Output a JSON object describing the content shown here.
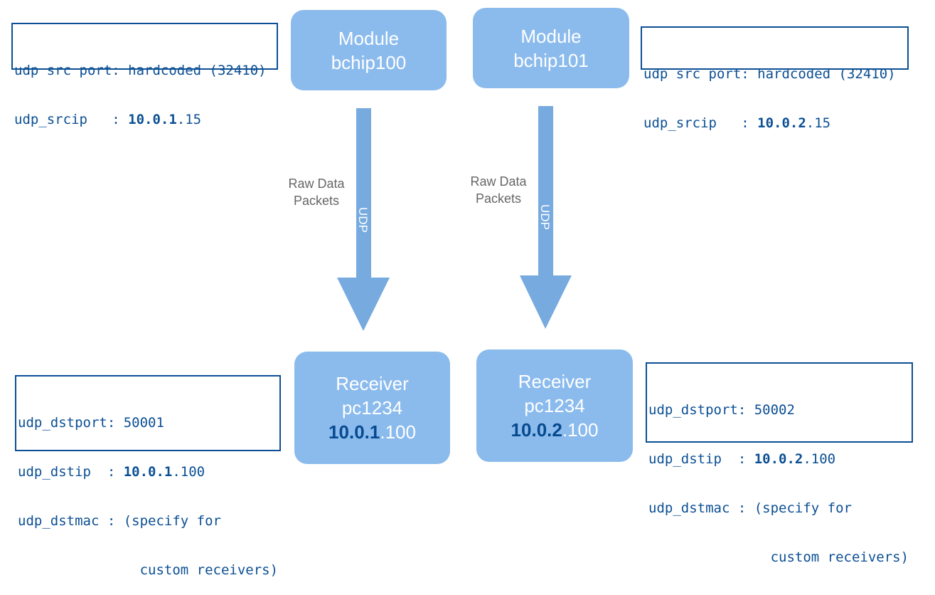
{
  "modules": [
    {
      "title": "Module",
      "name": "bchip100"
    },
    {
      "title": "Module",
      "name": "bchip101"
    }
  ],
  "receivers": [
    {
      "title": "Receiver",
      "name": "pc1234",
      "ip_bold": "10.0.1",
      "ip_rest": ".100"
    },
    {
      "title": "Receiver",
      "name": "pc1234",
      "ip_bold": "10.0.2",
      "ip_rest": ".100"
    }
  ],
  "arrows": [
    {
      "label_line1": "Raw Data",
      "label_line2": "Packets",
      "protocol": "UDP"
    },
    {
      "label_line1": "Raw Data",
      "label_line2": "Packets",
      "protocol": "UDP"
    }
  ],
  "src_configs": [
    {
      "port_line": "udp src port: hardcoded (32410)",
      "ip_prefix": "udp_srcip   : ",
      "ip_bold": "10.0.1",
      "ip_rest": ".15"
    },
    {
      "port_line": "udp src port: hardcoded (32410)",
      "ip_prefix": "udp_srcip   : ",
      "ip_bold": "10.0.2",
      "ip_rest": ".15"
    }
  ],
  "dst_configs": [
    {
      "port_line": "udp_dstport: 50001",
      "ip_prefix": "udp_dstip  : ",
      "ip_bold": "10.0.1",
      "ip_rest": ".100",
      "mac_line1": "udp_dstmac : (specify for",
      "mac_line2": "               custom receivers)"
    },
    {
      "port_line": "udp_dstport: 50002",
      "ip_prefix": "udp_dstip  : ",
      "ip_bold": "10.0.2",
      "ip_rest": ".100",
      "mac_line1": "udp_dstmac : (specify for",
      "mac_line2": "               custom receivers)"
    }
  ],
  "colors": {
    "node_fill": "#8bbbed",
    "arrow_fill": "#77aadf",
    "config_text": "#0b4f94",
    "ip_bold_text": "#064a8f",
    "label_text": "#666666"
  }
}
